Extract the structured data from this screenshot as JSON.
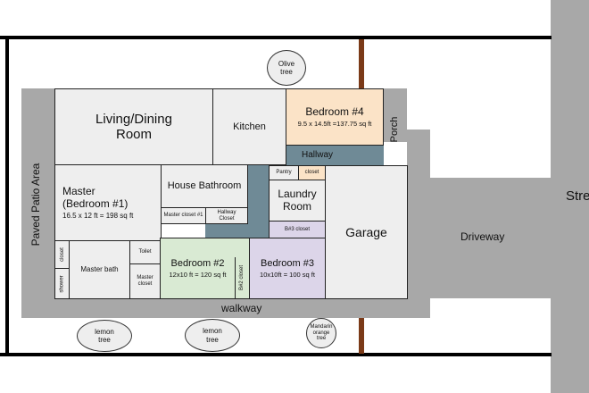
{
  "rooms": {
    "living": {
      "label": "Living/Dining Room"
    },
    "kitchen": {
      "label": "Kitchen"
    },
    "bedroom4": {
      "label": "Bedroom #4",
      "dims": "9.5 x 14.5ft =137.75 sq ft"
    },
    "master": {
      "label1": "Master",
      "label2": "(Bedroom #1)",
      "dims": "16.5 x 12 ft = 198 sq ft"
    },
    "house_bath": {
      "label": "House Bathroom"
    },
    "master_closet1": {
      "label": "Master closet #1"
    },
    "hallway_closet": {
      "label": "Hallway Closet"
    },
    "pantry": {
      "label": "Pantry"
    },
    "closet": {
      "label": "closet"
    },
    "laundry": {
      "label": "Laundry Room"
    },
    "b3_closet": {
      "label": "B#3 closet"
    },
    "garage": {
      "label": "Garage"
    },
    "closet_vert": {
      "label": "closet"
    },
    "shower": {
      "label": "shower"
    },
    "master_bath": {
      "label": "Master bath"
    },
    "toilet": {
      "label": "Toilet"
    },
    "master_closet": {
      "label": "Master closet"
    },
    "bedroom2": {
      "label": "Bedroom #2",
      "dims": "12x10 ft = 120 sq ft"
    },
    "b2_closet": {
      "label": "B#2 closet"
    },
    "bedroom3": {
      "label": "Bedroom #3",
      "dims": "10x10ft = 100 sq ft"
    }
  },
  "labels": {
    "hallway": "Hallway",
    "porch": "Porch",
    "patio": "Paved Patio Area",
    "driveway": "Driveway",
    "walkway": "walkway",
    "street": "Stre"
  },
  "trees": {
    "olive": "Olive tree",
    "lemon1": "lemon tree",
    "lemon2": "lemon tree",
    "mandarin": "Mandarin orange tree"
  },
  "colors": {
    "outdoor_gray": "#a8a8a8",
    "hallway_blue": "#6f8a96",
    "bedroom4_peach": "#fbe3c7",
    "bedroom2_green": "#d9ead3",
    "bedroom3_purple": "#dcd5e9",
    "fence_brown": "#7b3a18"
  }
}
